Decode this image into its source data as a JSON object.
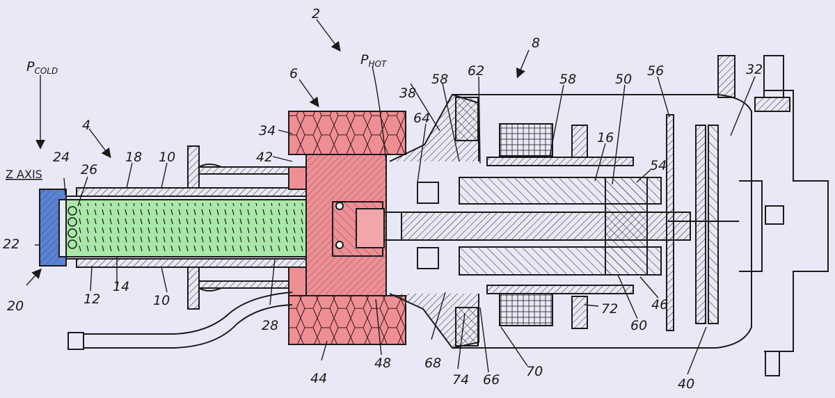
{
  "colors": {
    "background": "#e9e8f6",
    "cold_end_cap": "#5b82d6",
    "regenerator": "#a9e8a8",
    "hot_section": "#ee8f95",
    "line": "#1a1a1a"
  },
  "labels": {
    "p_cold_main": "P",
    "p_cold_sub": "COLD",
    "p_hot_main": "P",
    "p_hot_sub": "HOT",
    "z_axis": "Z AXIS",
    "n2": "2",
    "n4": "4",
    "n6": "6",
    "n8": "8",
    "n10a": "10",
    "n10b": "10",
    "n12": "12",
    "n14": "14",
    "n16": "16",
    "n18": "18",
    "n20": "20",
    "n22": "22",
    "n24": "24",
    "n26": "26",
    "n28": "28",
    "n32": "32",
    "n34": "34",
    "n38": "38",
    "n40": "40",
    "n42": "42",
    "n44": "44",
    "n46": "46",
    "n48": "48",
    "n50": "50",
    "n54": "54",
    "n56": "56",
    "n58a": "58",
    "n58b": "58",
    "n60": "60",
    "n62": "62",
    "n64": "64",
    "n66": "66",
    "n68": "68",
    "n70": "70",
    "n72": "72",
    "n74": "74"
  }
}
